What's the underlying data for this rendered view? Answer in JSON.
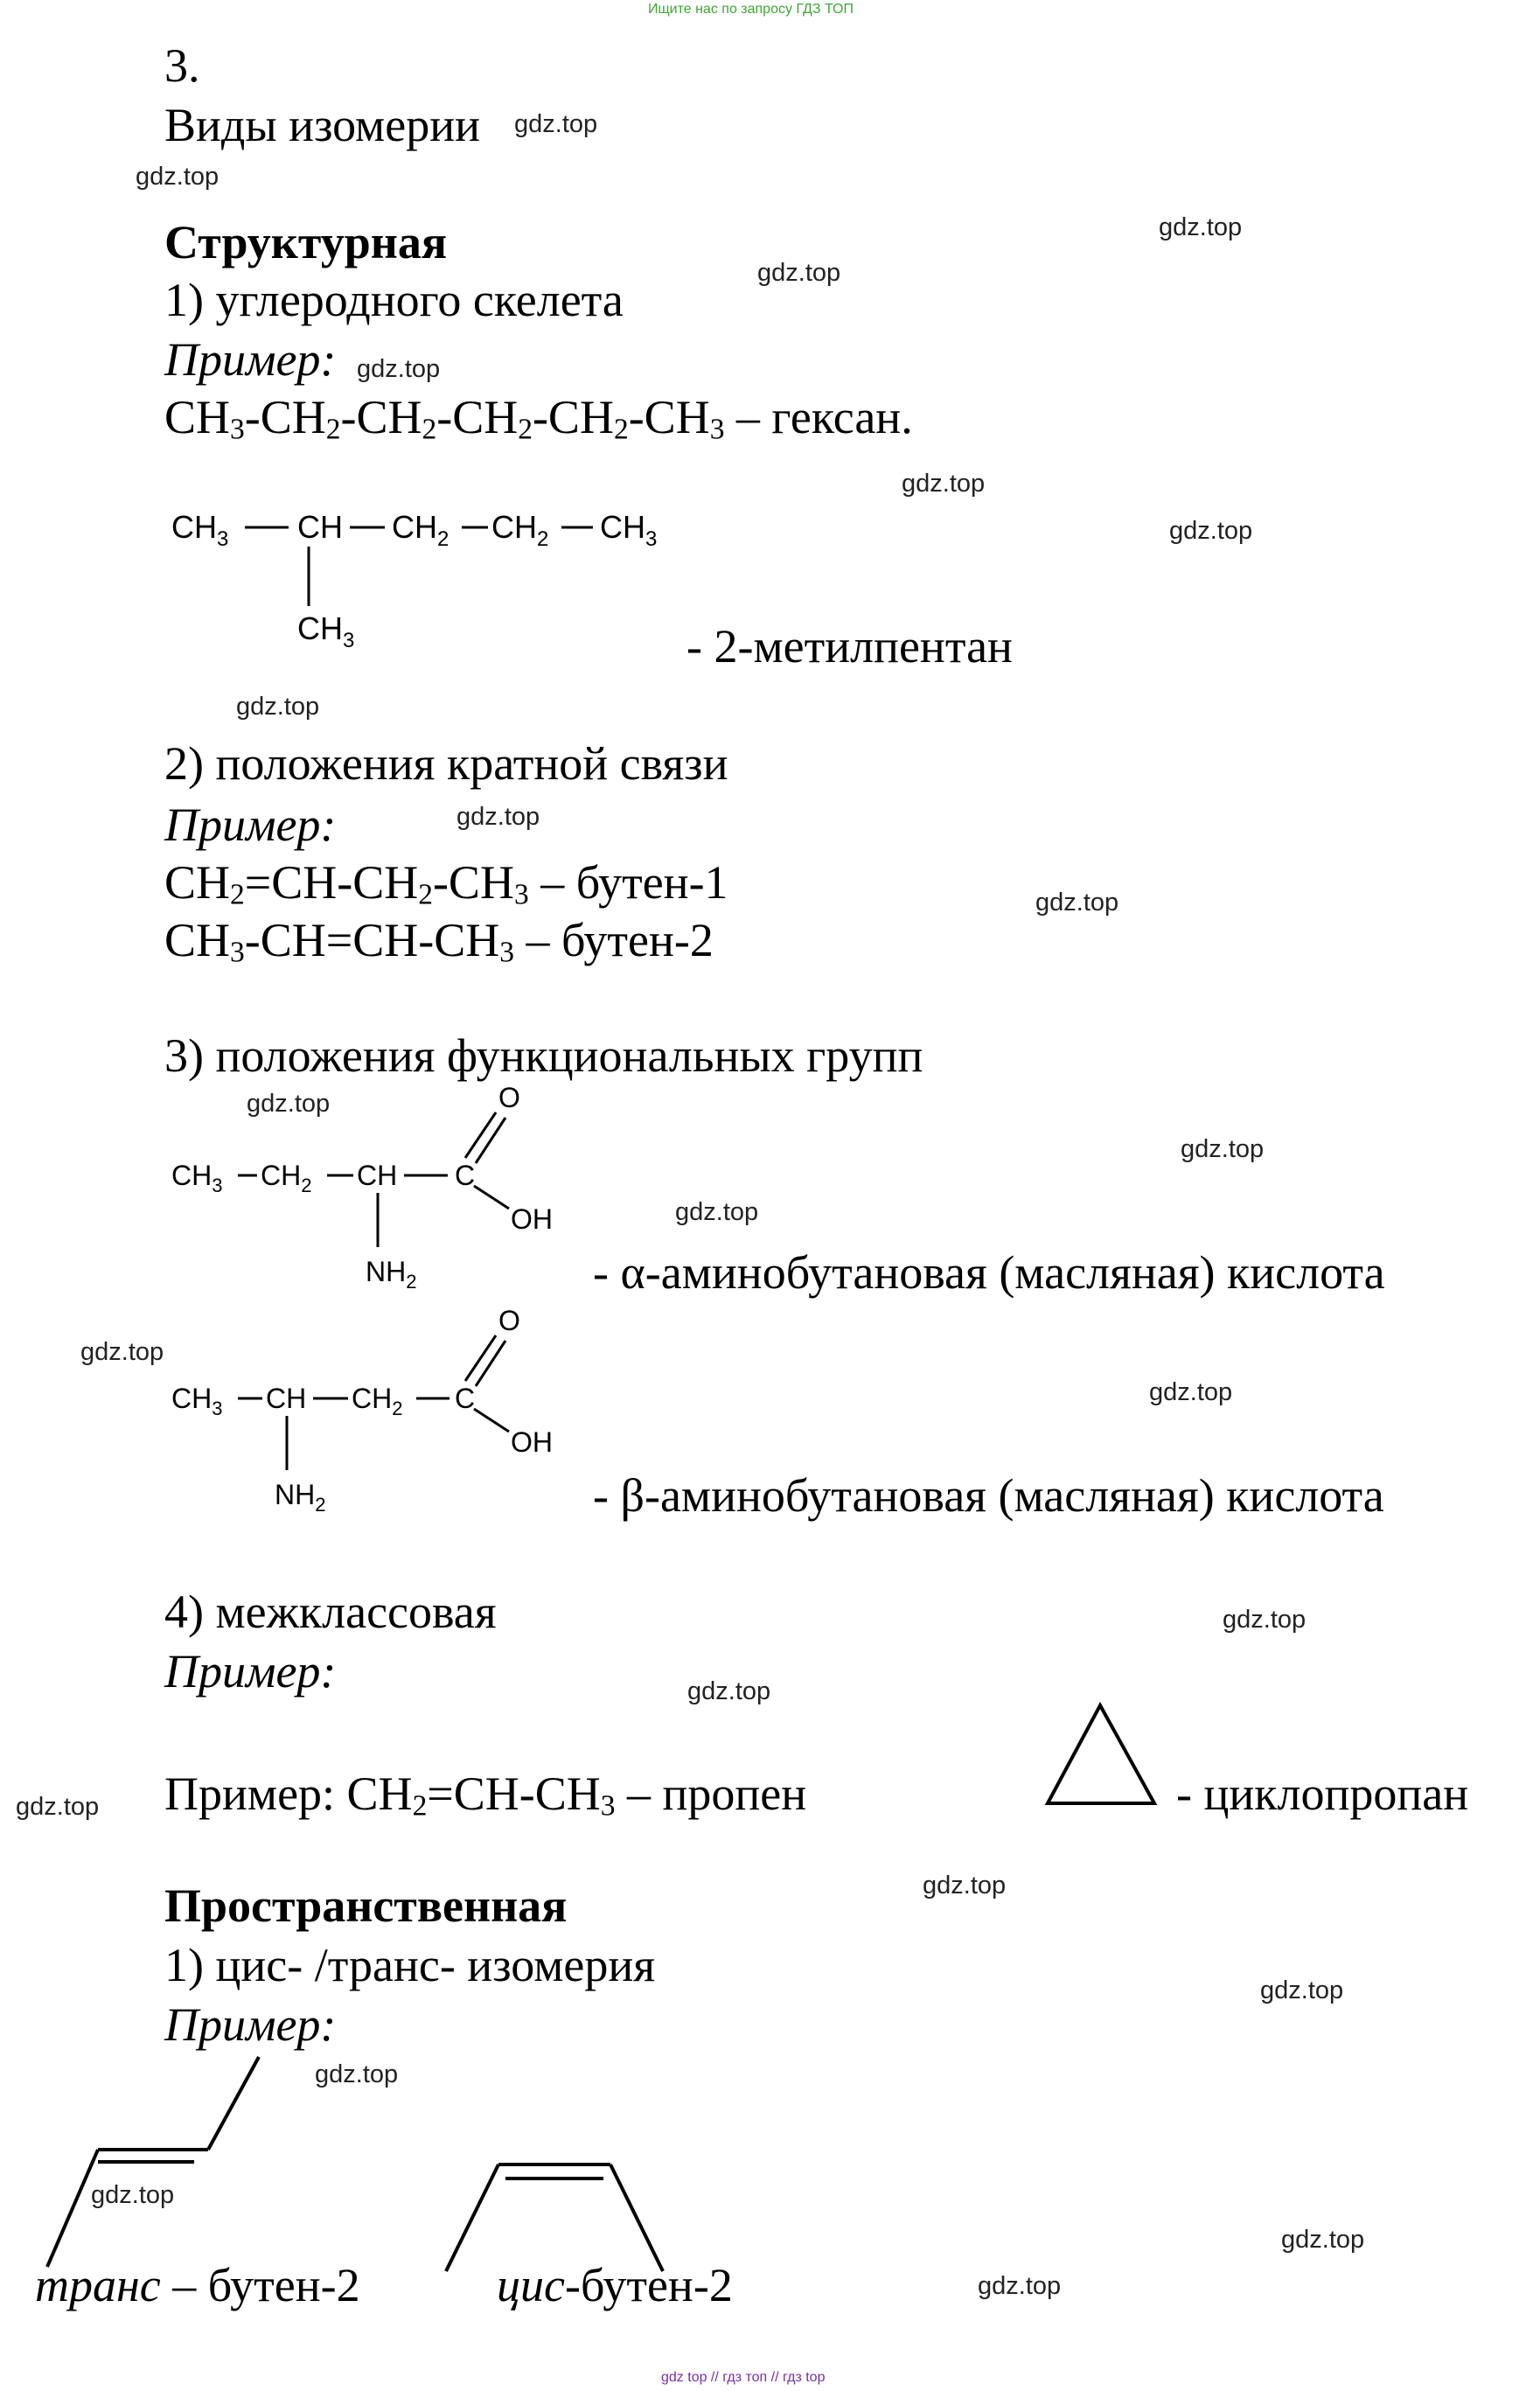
{
  "header": {
    "link": "Ищите нас по запросу ГДЗ ТОП"
  },
  "footer": {
    "links": "gdz top  //  гдз топ  //  гдз top"
  },
  "watermark": "gdz.top",
  "task": {
    "number": "3.",
    "title": "Виды изомерии",
    "structural": {
      "heading": "Структурная",
      "skeleton": {
        "title": "1) углеродного скелета",
        "example_label": "Пример:",
        "hexane": {
          "formula": [
            "CH",
            "3",
            "-CH",
            "2",
            "-CH",
            "2",
            "-CH",
            "2",
            "-CH",
            "2",
            "-CH",
            "3"
          ],
          "name": " – гексан."
        },
        "methylpentan_caption": "- 2-метилпентан"
      },
      "multiple_bond": {
        "title": "2) положения кратной связи",
        "example_label": "Пример:",
        "butene1": {
          "formula": [
            "CH",
            "2",
            "=CH-CH",
            "2",
            "-CH",
            "3"
          ],
          "name": " – бутен-1"
        },
        "butene2": {
          "formula": [
            "CH",
            "3",
            "-CH=CH-CH",
            "3"
          ],
          "name": " – бутен-2"
        }
      },
      "functional": {
        "title": "3) положения функциональных групп",
        "alpha_caption": "- α-аминобутановая (масляная) кислота",
        "beta_caption": "- β-аминобутановая (масляная) кислота"
      },
      "interclass": {
        "title": "4) межклассовая",
        "example_label": "Пример:",
        "propene": {
          "formula": [
            "Пример: CH",
            "2",
            "=CH-CH",
            "3"
          ],
          "name": " – пропен"
        },
        "cyclopropane_caption": "- циклопропан"
      }
    },
    "spatial": {
      "heading": "Пространственная",
      "cis_trans": {
        "title": "1) цис- /транс- изомерия",
        "example_label": "Пример:",
        "trans_prefix": "транс",
        "trans_suffix": " – бутен-2",
        "cis_prefix": "цис",
        "cis_suffix": "-бутен-2"
      }
    }
  },
  "molecules": {
    "ch3": "CH",
    "ch2": "CH",
    "ch": "CH",
    "c": "C",
    "o": "O",
    "oh": "OH",
    "nh": "NH",
    "sub2": "2",
    "sub3": "3"
  }
}
